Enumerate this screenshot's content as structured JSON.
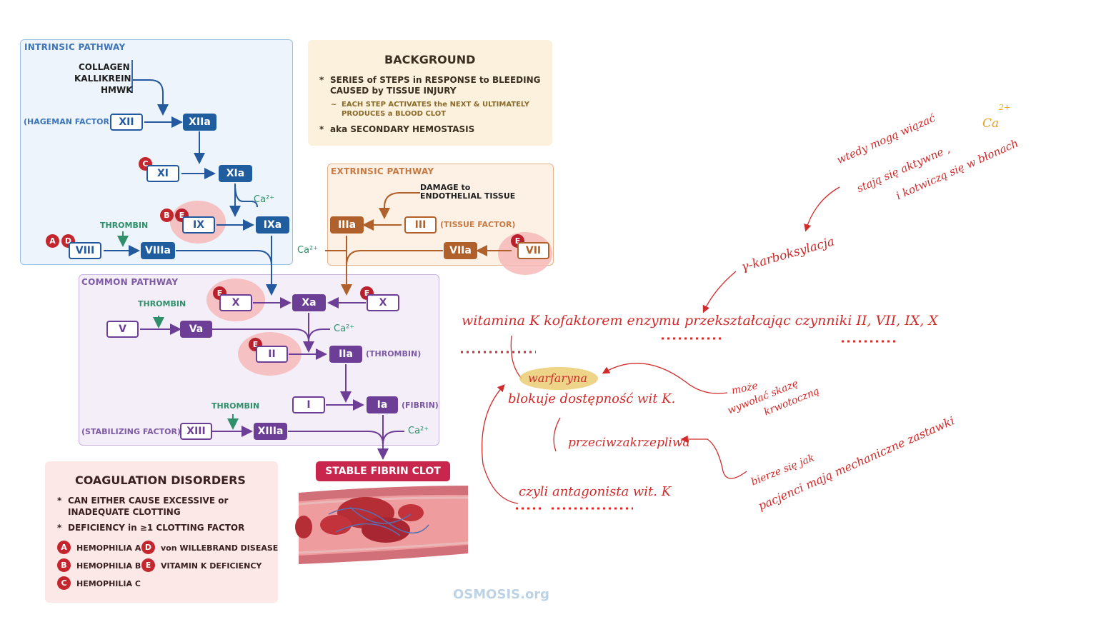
{
  "intrinsic": {
    "title": "INTRINSIC PATHWAY",
    "activators": [
      "COLLAGEN",
      "KALLIKREIN",
      "HMWK"
    ],
    "hageman_label": "(HAGEMAN FACTOR)",
    "xii": "XII",
    "xiia": "XIIa",
    "xi": "XI",
    "xia": "XIa",
    "ca_label": "Ca²⁺",
    "ix": "IX",
    "ixa": "IXa",
    "thrombin_label": "THROMBIN",
    "viii": "VIII",
    "viiia": "VIIIa"
  },
  "background": {
    "title": "BACKGROUND",
    "bullet1": "SERIES of STEPS in RESPONSE to BLEEDING",
    "bullet1b": "CAUSED by TISSUE INJURY",
    "sub1": "EACH STEP ACTIVATES the NEXT & ULTIMATELY",
    "sub1b": "PRODUCES a BLOOD CLOT",
    "bullet2": "aka SECONDARY HEMOSTASIS"
  },
  "extrinsic": {
    "title": "EXTRINSIC PATHWAY",
    "damage1": "DAMAGE to",
    "damage2": "ENDOTHELIAL TISSUE",
    "iiia": "IIIa",
    "iii": "III",
    "tissue_label": "(TISSUE FACTOR)",
    "viia": "VIIa",
    "vii": "VII",
    "ca_label": "Ca²⁺"
  },
  "common": {
    "title": "COMMON PATHWAY",
    "x": "X",
    "xa": "Xa",
    "x2": "X",
    "thrombin_label": "THROMBIN",
    "v": "V",
    "va": "Va",
    "ca_label": "Ca²⁺",
    "ii": "II",
    "iia": "IIa",
    "thrombin_paren": "(THROMBIN)",
    "i": "I",
    "ia": "Ia",
    "fibrin_label": "(FIBRIN)",
    "thrombin_label2": "THROMBIN",
    "stabilizing_label": "(STABILIZING FACTOR)",
    "xiii": "XIII",
    "xiiia": "XIIIa",
    "ca_label2": "Ca²⁺"
  },
  "clot": {
    "label": "STABLE FIBRIN CLOT"
  },
  "disorders": {
    "title": "COAGULATION DISORDERS",
    "bullet1": "CAN EITHER CAUSE EXCESSIVE or",
    "bullet1b": "INADEQUATE CLOTTING",
    "bullet2": "DEFICIENCY in ≥1 CLOTTING FACTOR",
    "items": [
      {
        "badge": "A",
        "text": "HEMOPHILIA A"
      },
      {
        "badge": "B",
        "text": "HEMOPHILIA B"
      },
      {
        "badge": "C",
        "text": "HEMOPHILIA C"
      },
      {
        "badge": "D",
        "text": "von WILLEBRAND DISEASE"
      },
      {
        "badge": "E",
        "text": "VITAMIN K DEFICIENCY"
      }
    ]
  },
  "badges": {
    "a": "A",
    "b": "B",
    "c": "C",
    "d": "D",
    "e": "E"
  },
  "brand": {
    "logo": "OSMOSIS.org"
  },
  "notes": {
    "top1": "wtedy mogą wiązać",
    "ca": "Ca",
    "ca_sup": "2+",
    "top2": "stają się aktywne ,",
    "top3": "i kotwiczą się w błonach",
    "gamma": "γ-karboksylacja",
    "main": "witamina K  kofaktorem enzymu przekształcając czynniki II, VII, IX, X",
    "warfaryna": "warfaryna",
    "blokuje": "blokuje dostępność wit K.",
    "moze1": "może",
    "moze2": "wywołać skazę",
    "moze3": "krwotoczną",
    "przeciw": "przeciwzakrzepliwa",
    "bierze1": "bierze się jak",
    "bierze2": "pacjenci mają mechaniczne zastawki",
    "czyli": "czyli antagonista wit. K"
  }
}
